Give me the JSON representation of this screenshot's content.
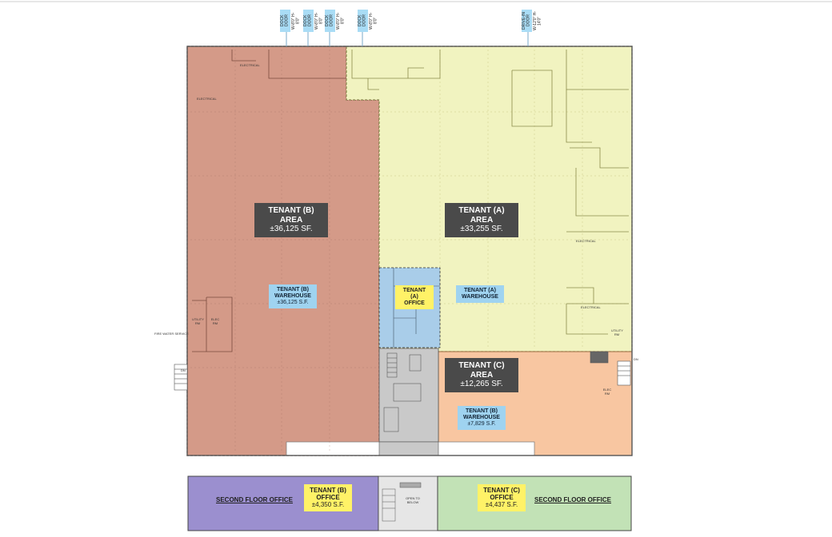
{
  "doors": [
    {
      "id": "d1",
      "label": "DOCK DOOR",
      "size": "W-8'0\"",
      "h": "H-8'0\""
    },
    {
      "id": "d2",
      "label": "DOCK DOOR",
      "size": "W-8'0\"",
      "h": "H-8'0\""
    },
    {
      "id": "d3",
      "label": "DOCK DOOR",
      "size": "W-8'0\"",
      "h": "H-8'0\""
    },
    {
      "id": "d4",
      "label": "DOCK DOOR",
      "size": "W-8'0\"",
      "h": "H-8'0\""
    },
    {
      "id": "d5",
      "label": "DRIVE-IN DOOR",
      "size": "W-12'0\"",
      "h": "H-14'0\""
    }
  ],
  "tenantB": {
    "title": "TENANT (B)",
    "sub": "AREA",
    "sf": "±36,125 SF.",
    "wh_title": "TENANT (B)",
    "wh_sub": "WAREHOUSE",
    "wh_sf": "±36,125 S.F."
  },
  "tenantA": {
    "title": "TENANT (A)",
    "sub": "AREA",
    "sf": "±33,255 SF.",
    "wh_title": "TENANT (A)",
    "wh_sub": "WAREHOUSE",
    "off_title": "TENANT (A)",
    "off_sub": "OFFICE"
  },
  "tenantC": {
    "title": "TENANT (C)",
    "sub": "AREA",
    "sf": "±12,265 SF.",
    "wh_title": "TENANT (B)",
    "wh_sub": "WAREHOUSE",
    "wh_sf": "±7,829 S.F."
  },
  "second": {
    "left_label": "SECOND FLOOR OFFICE",
    "right_label": "SECOND FLOOR OFFICE",
    "b_title": "TENANT (B)",
    "b_sub": "OFFICE",
    "b_sf": "±4,350 S.F.",
    "c_title": "TENANT (C)",
    "c_sub": "OFFICE",
    "c_sf": "±4,437 S.F."
  },
  "notes": {
    "electrical": "ELECTRICAL",
    "utility": "UTILITY RM",
    "elec": "ELEC RM",
    "water": "FIRE WATER SERVICE",
    "open": "OPEN TO BELOW",
    "dn": "DN"
  },
  "colors": {
    "b": "#d49a88",
    "a": "#f1f3c0",
    "c": "#f8c6a1",
    "office": "#a9cde9",
    "core": "#c9c9c9",
    "purple": "#9b8fcf",
    "green": "#c2e2b6"
  }
}
